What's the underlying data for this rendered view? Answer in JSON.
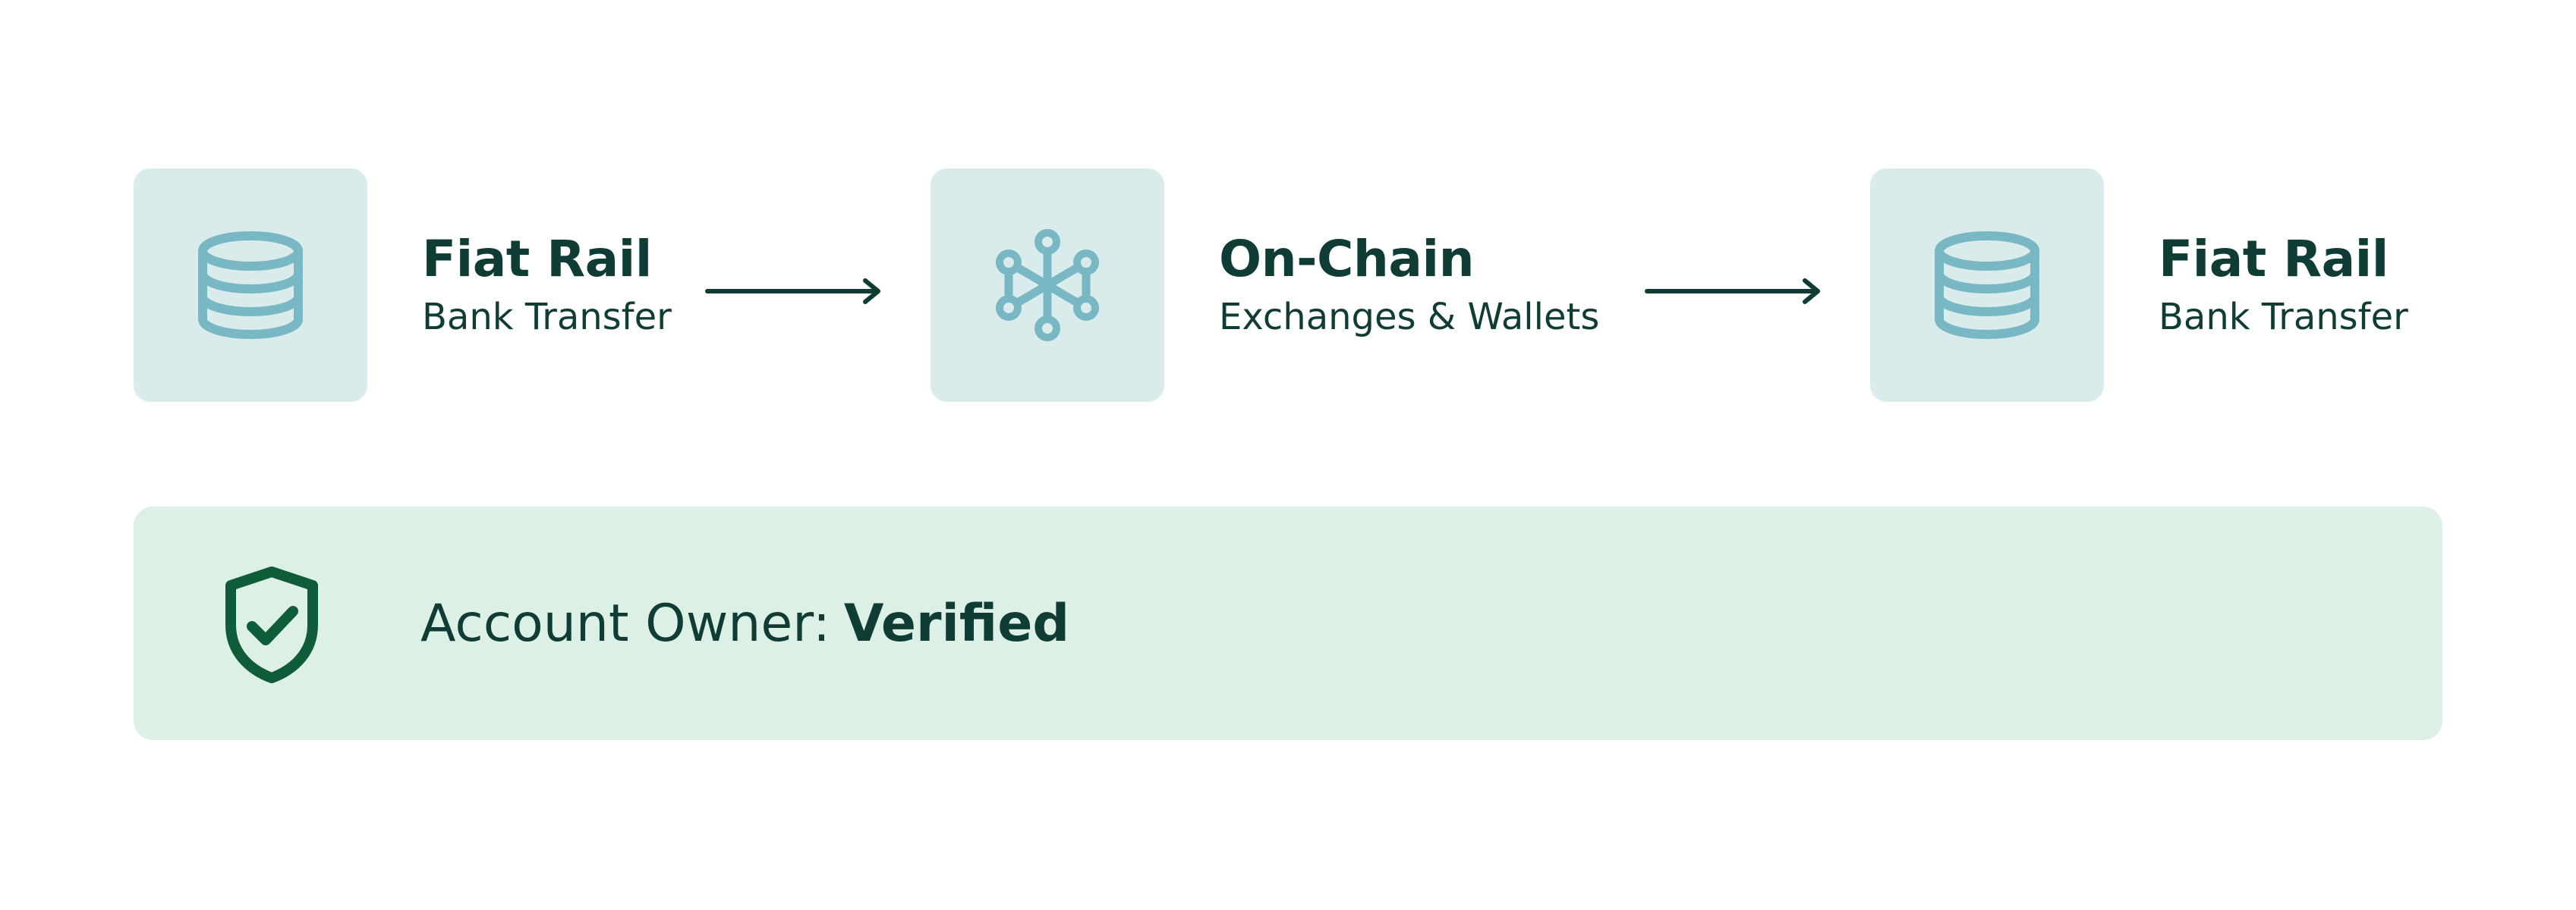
{
  "colors": {
    "text": "#0f3d36",
    "tile_bg": "#d9ebeb",
    "icon": "#78b8c4",
    "panel_bg": "#ddf0e5",
    "shield": "#0e5c3a"
  },
  "flow": {
    "nodes": [
      {
        "icon": "database-icon",
        "title": "Fiat Rail",
        "subtitle": "Bank Transfer"
      },
      {
        "icon": "network-icon",
        "title": "On-Chain",
        "subtitle": "Exchanges & Wallets"
      },
      {
        "icon": "database-icon",
        "title": "Fiat Rail",
        "subtitle": "Bank Transfer"
      }
    ]
  },
  "verification": {
    "icon": "shield-check-icon",
    "label": "Account Owner:",
    "value": "Verified"
  }
}
